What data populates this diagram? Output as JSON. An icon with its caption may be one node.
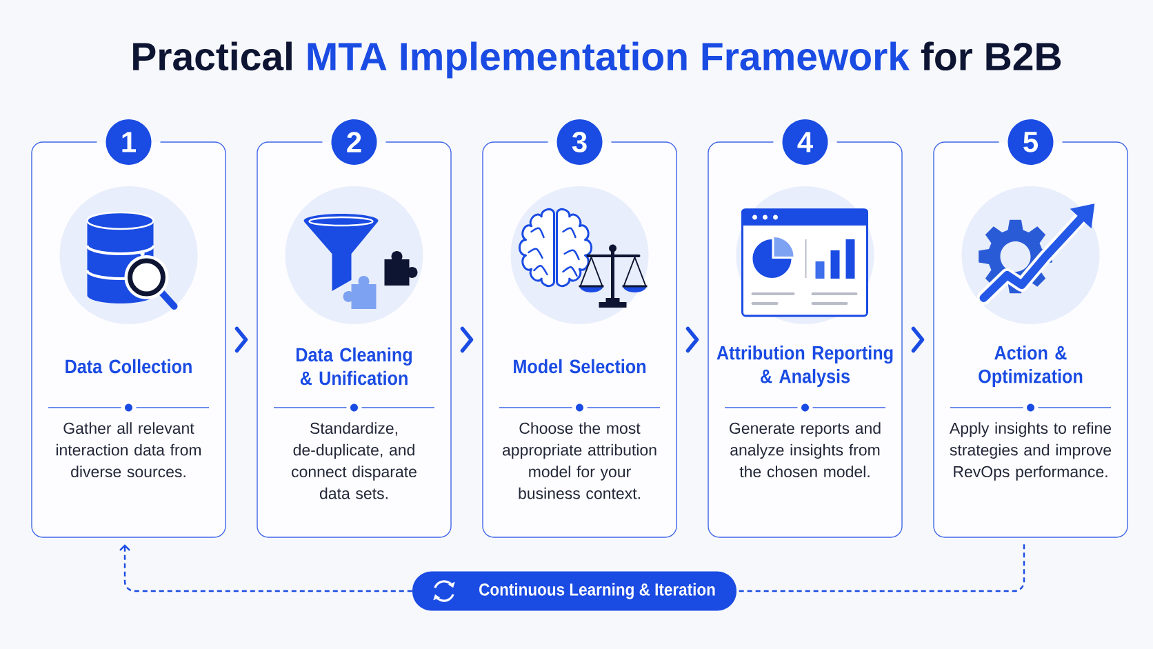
{
  "diagram": {
    "title": "Practical **MTA Implementation Framework** for B2B",
    "nodes": [
      {
        "text": [
          "1"
        ]
      },
      {
        "text": [
          "Data Collection",
          "Gather all relevant interaction data from diverse sources."
        ]
      },
      {
        "text": [
          "2"
        ]
      },
      {
        "text": [
          "Data Cleaning & Unification",
          "Standardize, de-duplicate, and connect disparate data sets."
        ]
      },
      {
        "text": [
          "3"
        ]
      },
      {
        "text": [
          "Model Selection",
          "Choose the most appropriate attribution model for your business context."
        ]
      },
      {
        "text": [
          "4"
        ]
      },
      {
        "text": [
          "Attribution Reporting & Analysis",
          "Generate reports and analyze insights from the chosen model."
        ]
      },
      {
        "text": [
          "5"
        ]
      },
      {
        "text": [
          "Action & Optimization",
          "Apply insights to refine strategies and improve RevOps performance."
        ]
      },
      {
        "text": [
          "Continuous Learning & Iteration"
        ]
      }
    ],
    "edges": [
      {
        "from": 1,
        "to": 3,
        "arrow": "to"
      },
      {
        "from": 3,
        "to": 5,
        "arrow": "to"
      },
      {
        "from": 5,
        "to": 7,
        "arrow": "to"
      },
      {
        "from": 7,
        "to": 9,
        "arrow": "to"
      },
      {
        "from": 9,
        "to": 10,
        "arrow": "none",
        "style": "dashed"
      },
      {
        "from": 10,
        "to": 1,
        "arrow": "to",
        "style": "dashed"
      }
    ]
  }
}
